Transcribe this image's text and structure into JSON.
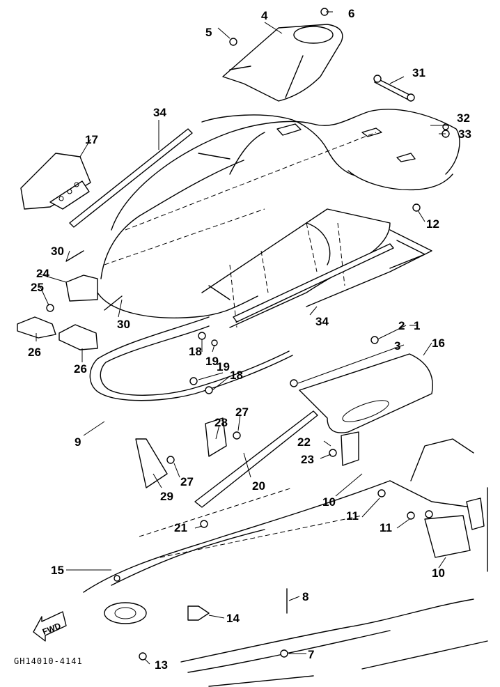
{
  "figure": {
    "type": "exploded parts diagram",
    "code": "GH14010-4141",
    "direction_label": "FWD",
    "colors": {
      "ink": "#000000",
      "paper": "#ffffff"
    }
  },
  "callouts": [
    {
      "id": "c1",
      "label": "1"
    },
    {
      "id": "c2",
      "label": "2"
    },
    {
      "id": "c3",
      "label": "3"
    },
    {
      "id": "c4",
      "label": "4"
    },
    {
      "id": "c5",
      "label": "5"
    },
    {
      "id": "c6",
      "label": "6"
    },
    {
      "id": "c7",
      "label": "7"
    },
    {
      "id": "c8",
      "label": "8"
    },
    {
      "id": "c9",
      "label": "9"
    },
    {
      "id": "c10a",
      "label": "10"
    },
    {
      "id": "c10b",
      "label": "10"
    },
    {
      "id": "c11a",
      "label": "11"
    },
    {
      "id": "c11b",
      "label": "11"
    },
    {
      "id": "c12",
      "label": "12"
    },
    {
      "id": "c13",
      "label": "13"
    },
    {
      "id": "c14",
      "label": "14"
    },
    {
      "id": "c15",
      "label": "15"
    },
    {
      "id": "c16",
      "label": "16"
    },
    {
      "id": "c17",
      "label": "17"
    },
    {
      "id": "c18a",
      "label": "18"
    },
    {
      "id": "c18b",
      "label": "18"
    },
    {
      "id": "c19a",
      "label": "19"
    },
    {
      "id": "c19b",
      "label": "19"
    },
    {
      "id": "c20",
      "label": "20"
    },
    {
      "id": "c21",
      "label": "21"
    },
    {
      "id": "c22",
      "label": "22"
    },
    {
      "id": "c23",
      "label": "23"
    },
    {
      "id": "c24",
      "label": "24"
    },
    {
      "id": "c25",
      "label": "25"
    },
    {
      "id": "c26a",
      "label": "26"
    },
    {
      "id": "c26b",
      "label": "26"
    },
    {
      "id": "c27a",
      "label": "27"
    },
    {
      "id": "c27b",
      "label": "27"
    },
    {
      "id": "c28",
      "label": "28"
    },
    {
      "id": "c29",
      "label": "29"
    },
    {
      "id": "c30a",
      "label": "30"
    },
    {
      "id": "c30b",
      "label": "30"
    },
    {
      "id": "c31",
      "label": "31"
    },
    {
      "id": "c32",
      "label": "32"
    },
    {
      "id": "c33",
      "label": "33"
    },
    {
      "id": "c34a",
      "label": "34"
    },
    {
      "id": "c34b",
      "label": "34"
    }
  ]
}
